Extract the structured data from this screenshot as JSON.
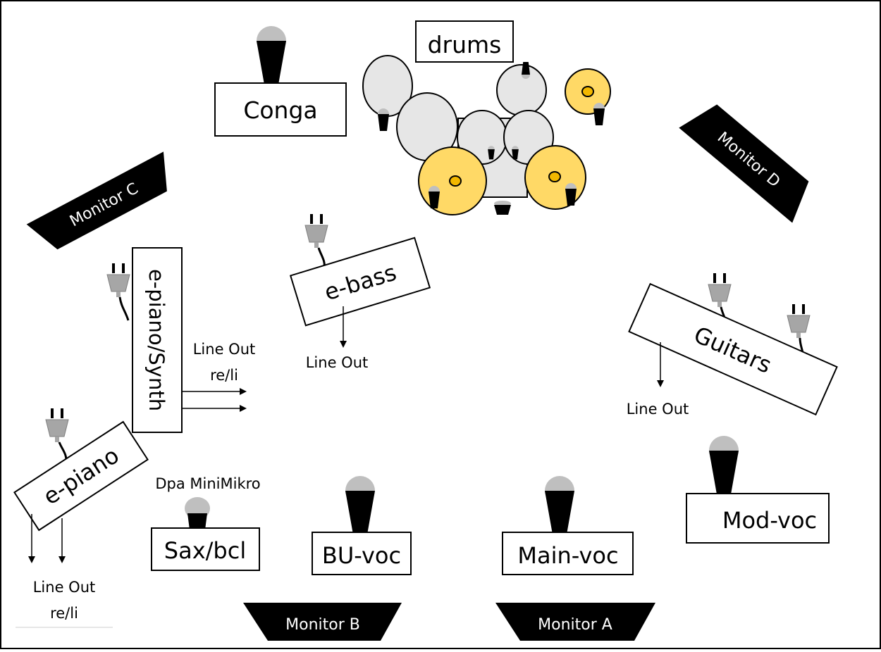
{
  "labels": {
    "drums": "drums",
    "conga": "Conga",
    "monitor_c": "Monitor C",
    "monitor_d": "Monitor D",
    "monitor_b": "Monitor B",
    "monitor_a": "Monitor A",
    "e_bass": "e-bass",
    "e_bass_out": "Line Out",
    "epiano_synth": "e-piano/Synth",
    "epiano_synth_out_1": "Line Out",
    "epiano_synth_out_2": "re/li",
    "guitars": "Guitars",
    "guitars_out": "Line Out",
    "e_piano": "e-piano",
    "e_piano_out_1": "Line Out",
    "e_piano_out_2": "re/li",
    "dpa": "Dpa MiniMikro",
    "sax": "Sax/bcl",
    "bu_voc": "BU-voc",
    "main_voc": "Main-voc",
    "mod_voc": "Mod-voc"
  },
  "colors": {
    "cymbal": "#FFD966",
    "drum": "#E6E6E6",
    "mic_head": "#BFBFBF",
    "plug": "#A6A6A6",
    "monitor": "#000000"
  },
  "icons": [
    "mic-icon",
    "power-plug-icon",
    "arrow-icon",
    "monitor-wedge"
  ]
}
